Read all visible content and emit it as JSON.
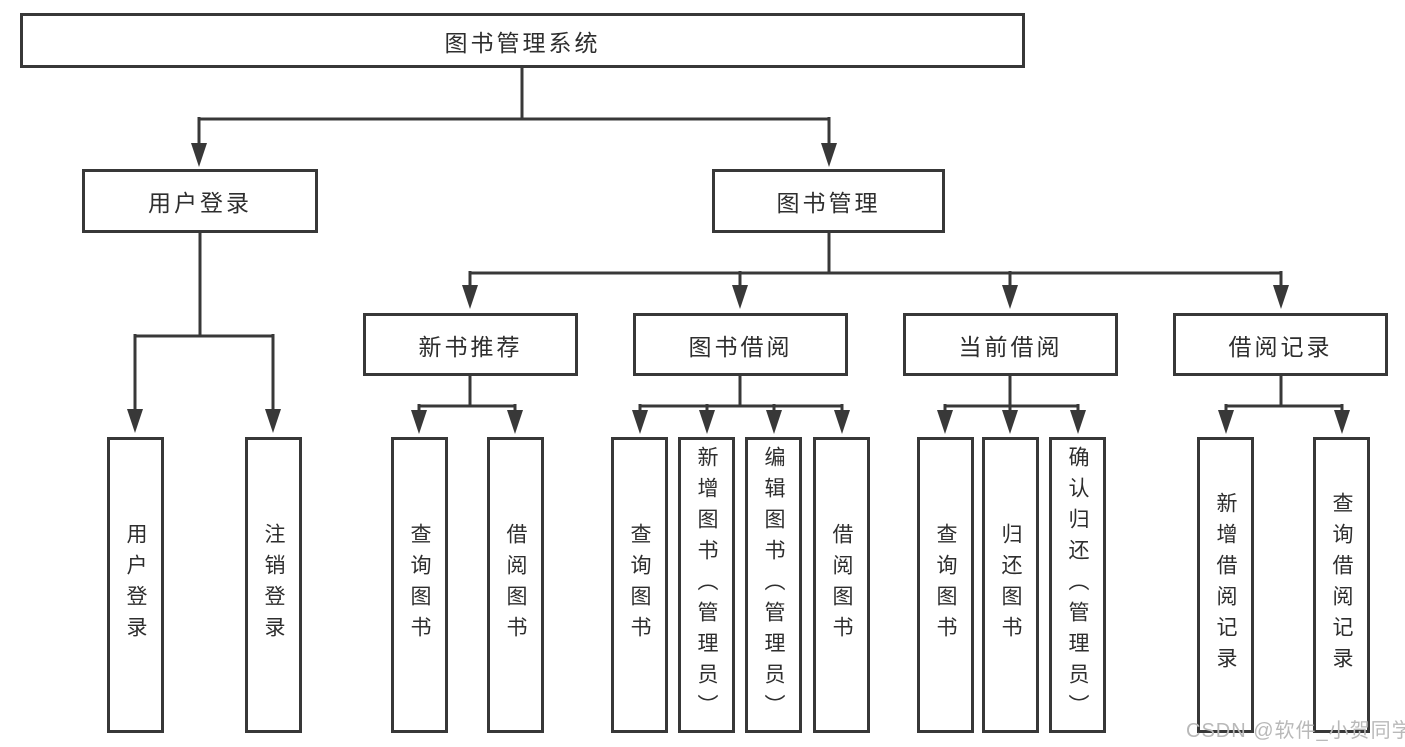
{
  "diagram": {
    "title": "图书管理系统",
    "root": {
      "label": "图书管理系统"
    },
    "level2": [
      {
        "label": "用户登录"
      },
      {
        "label": "图书管理"
      }
    ],
    "level3": [
      {
        "label": "新书推荐",
        "parent": "图书管理"
      },
      {
        "label": "图书借阅",
        "parent": "图书管理"
      },
      {
        "label": "当前借阅",
        "parent": "图书管理"
      },
      {
        "label": "借阅记录",
        "parent": "图书管理"
      }
    ],
    "leaves": [
      {
        "label": "用户登录",
        "parent": "用户登录"
      },
      {
        "label": "注销登录",
        "parent": "用户登录"
      },
      {
        "label": "查询图书",
        "parent": "新书推荐"
      },
      {
        "label": "借阅图书",
        "parent": "新书推荐"
      },
      {
        "label": "查询图书",
        "parent": "图书借阅"
      },
      {
        "label": "新增图书（管理员）",
        "parent": "图书借阅"
      },
      {
        "label": "编辑图书（管理员）",
        "parent": "图书借阅"
      },
      {
        "label": "借阅图书",
        "parent": "图书借阅"
      },
      {
        "label": "查询图书",
        "parent": "当前借阅"
      },
      {
        "label": "归还图书",
        "parent": "当前借阅"
      },
      {
        "label": "确认归还（管理员）",
        "parent": "当前借阅"
      },
      {
        "label": "新增借阅记录",
        "parent": "借阅记录"
      },
      {
        "label": "查询借阅记录",
        "parent": "借阅记录"
      }
    ]
  },
  "watermark": {
    "text": "CSDN @软件_小贺同学"
  },
  "colors": {
    "line": "#383838",
    "text": "#2e2e2e",
    "box_background": "#ffffff",
    "watermark": "#b9b9b9"
  }
}
